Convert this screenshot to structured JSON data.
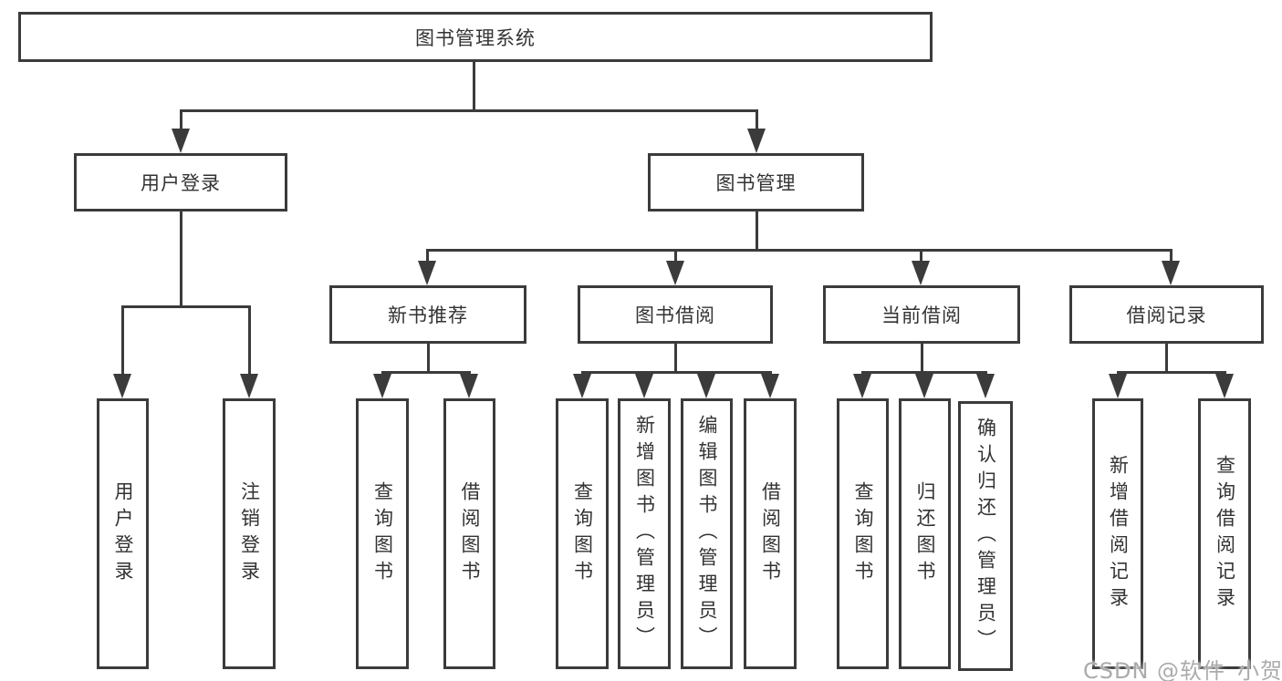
{
  "style": {
    "line_color": "#3b3b3b",
    "text_color": "#333333",
    "background": "#ffffff",
    "watermark_color": "#ababab"
  },
  "tree": {
    "root": {
      "label": "图书管理系统",
      "children": [
        {
          "label": "用户登录",
          "children": [
            {
              "label": "用户登录"
            },
            {
              "label": "注销登录"
            }
          ]
        },
        {
          "label": "图书管理",
          "children": [
            {
              "label": "新书推荐",
              "children": [
                {
                  "label": "查询图书"
                },
                {
                  "label": "借阅图书"
                }
              ]
            },
            {
              "label": "图书借阅",
              "children": [
                {
                  "label": "查询图书"
                },
                {
                  "label": "新增图书（管理员）"
                },
                {
                  "label": "编辑图书（管理员）"
                },
                {
                  "label": "借阅图书"
                }
              ]
            },
            {
              "label": "当前借阅",
              "children": [
                {
                  "label": "查询图书"
                },
                {
                  "label": "归还图书"
                },
                {
                  "label": "确认归还（管理员）"
                }
              ]
            },
            {
              "label": "借阅记录",
              "children": [
                {
                  "label": "新增借阅记录"
                },
                {
                  "label": "查询借阅记录"
                }
              ]
            }
          ]
        }
      ]
    }
  },
  "watermark": {
    "text": "CSDN @软件_小贺同学"
  }
}
